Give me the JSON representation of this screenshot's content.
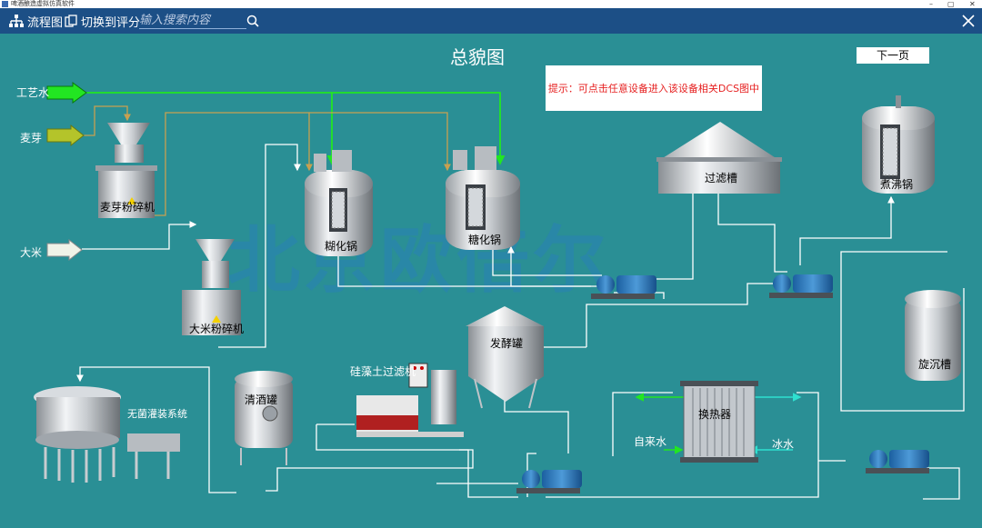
{
  "titlebar": {
    "title": "啤酒酿造虚拟仿真软件",
    "minimize": "–",
    "maximize": "▢",
    "close": "✕"
  },
  "toolbar": {
    "flowchart_label": "流程图",
    "switch_label": "切换到评分",
    "search_placeholder": "输入搜索内容"
  },
  "page_title": "总貌图",
  "next_page_label": "下一页",
  "hint": "提示：可点击任意设备进入该设备相关DCS图中",
  "watermark": "北京欧倍尔",
  "inputs": {
    "process_water": "工艺水",
    "malt": "麦芽",
    "rice": "大米",
    "tap_water": "自来水",
    "ice_water": "冰水"
  },
  "equipment": {
    "malt_mill": "麦芽粉碎机",
    "rice_mill": "大米粉碎机",
    "gelatinization_tank": "糊化锅",
    "saccharification_tank": "糖化锅",
    "lauter_tun": "过滤槽",
    "boil_kettle": "煮沸锅",
    "whirlpool": "旋沉槽",
    "heat_exchanger": "换热器",
    "fermenter": "发酵罐",
    "diatomite_filter": "硅藻土过滤机",
    "bright_beer_tank": "清酒罐",
    "aseptic_filling": "无菌灌装系统"
  },
  "colors": {
    "background": "#2a8f95",
    "toolbar": "#1c4f86",
    "green_line": "#22e622",
    "gold_line": "#c8a050",
    "white_line": "#ffffff",
    "hint_text": "#e62020",
    "cyan_line": "#2ee0d0"
  }
}
